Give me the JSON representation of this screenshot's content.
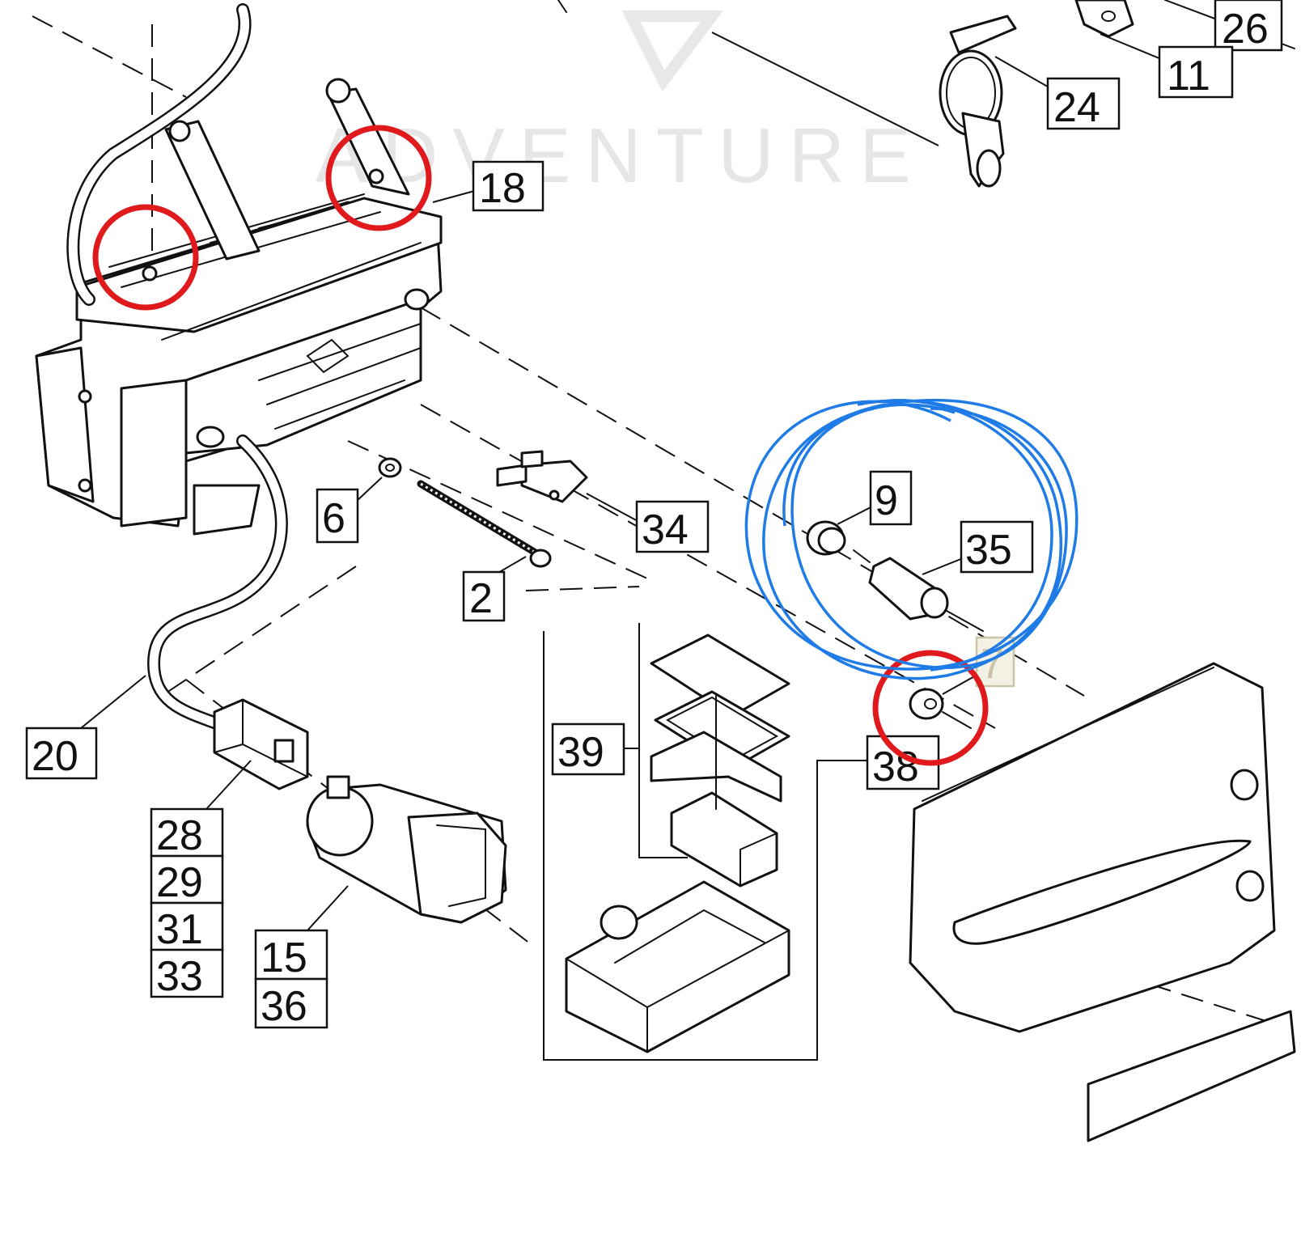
{
  "diagram": {
    "watermark": "ADVENTURE",
    "accent_colors": {
      "highlight_red": "#e0191d",
      "annotation_blue": "#1f7be6"
    },
    "callouts": [
      {
        "id": "c26",
        "label": "26"
      },
      {
        "id": "c11",
        "label": "11"
      },
      {
        "id": "c24",
        "label": "24"
      },
      {
        "id": "c18",
        "label": "18"
      },
      {
        "id": "c6",
        "label": "6"
      },
      {
        "id": "c2",
        "label": "2"
      },
      {
        "id": "c34",
        "label": "34"
      },
      {
        "id": "c9",
        "label": "9"
      },
      {
        "id": "c35",
        "label": "35"
      },
      {
        "id": "c7",
        "label": "7"
      },
      {
        "id": "c38",
        "label": "38"
      },
      {
        "id": "c39",
        "label": "39"
      },
      {
        "id": "c20",
        "label": "20"
      },
      {
        "id": "c28",
        "label": "28"
      },
      {
        "id": "c29",
        "label": "29"
      },
      {
        "id": "c31",
        "label": "31"
      },
      {
        "id": "c33",
        "label": "33"
      },
      {
        "id": "c15",
        "label": "15"
      },
      {
        "id": "c36",
        "label": "36"
      }
    ],
    "annotations": {
      "red_circle_count": 3,
      "blue_circled_parts": [
        "9",
        "35"
      ],
      "red_circled_parts": [
        "7"
      ]
    }
  }
}
